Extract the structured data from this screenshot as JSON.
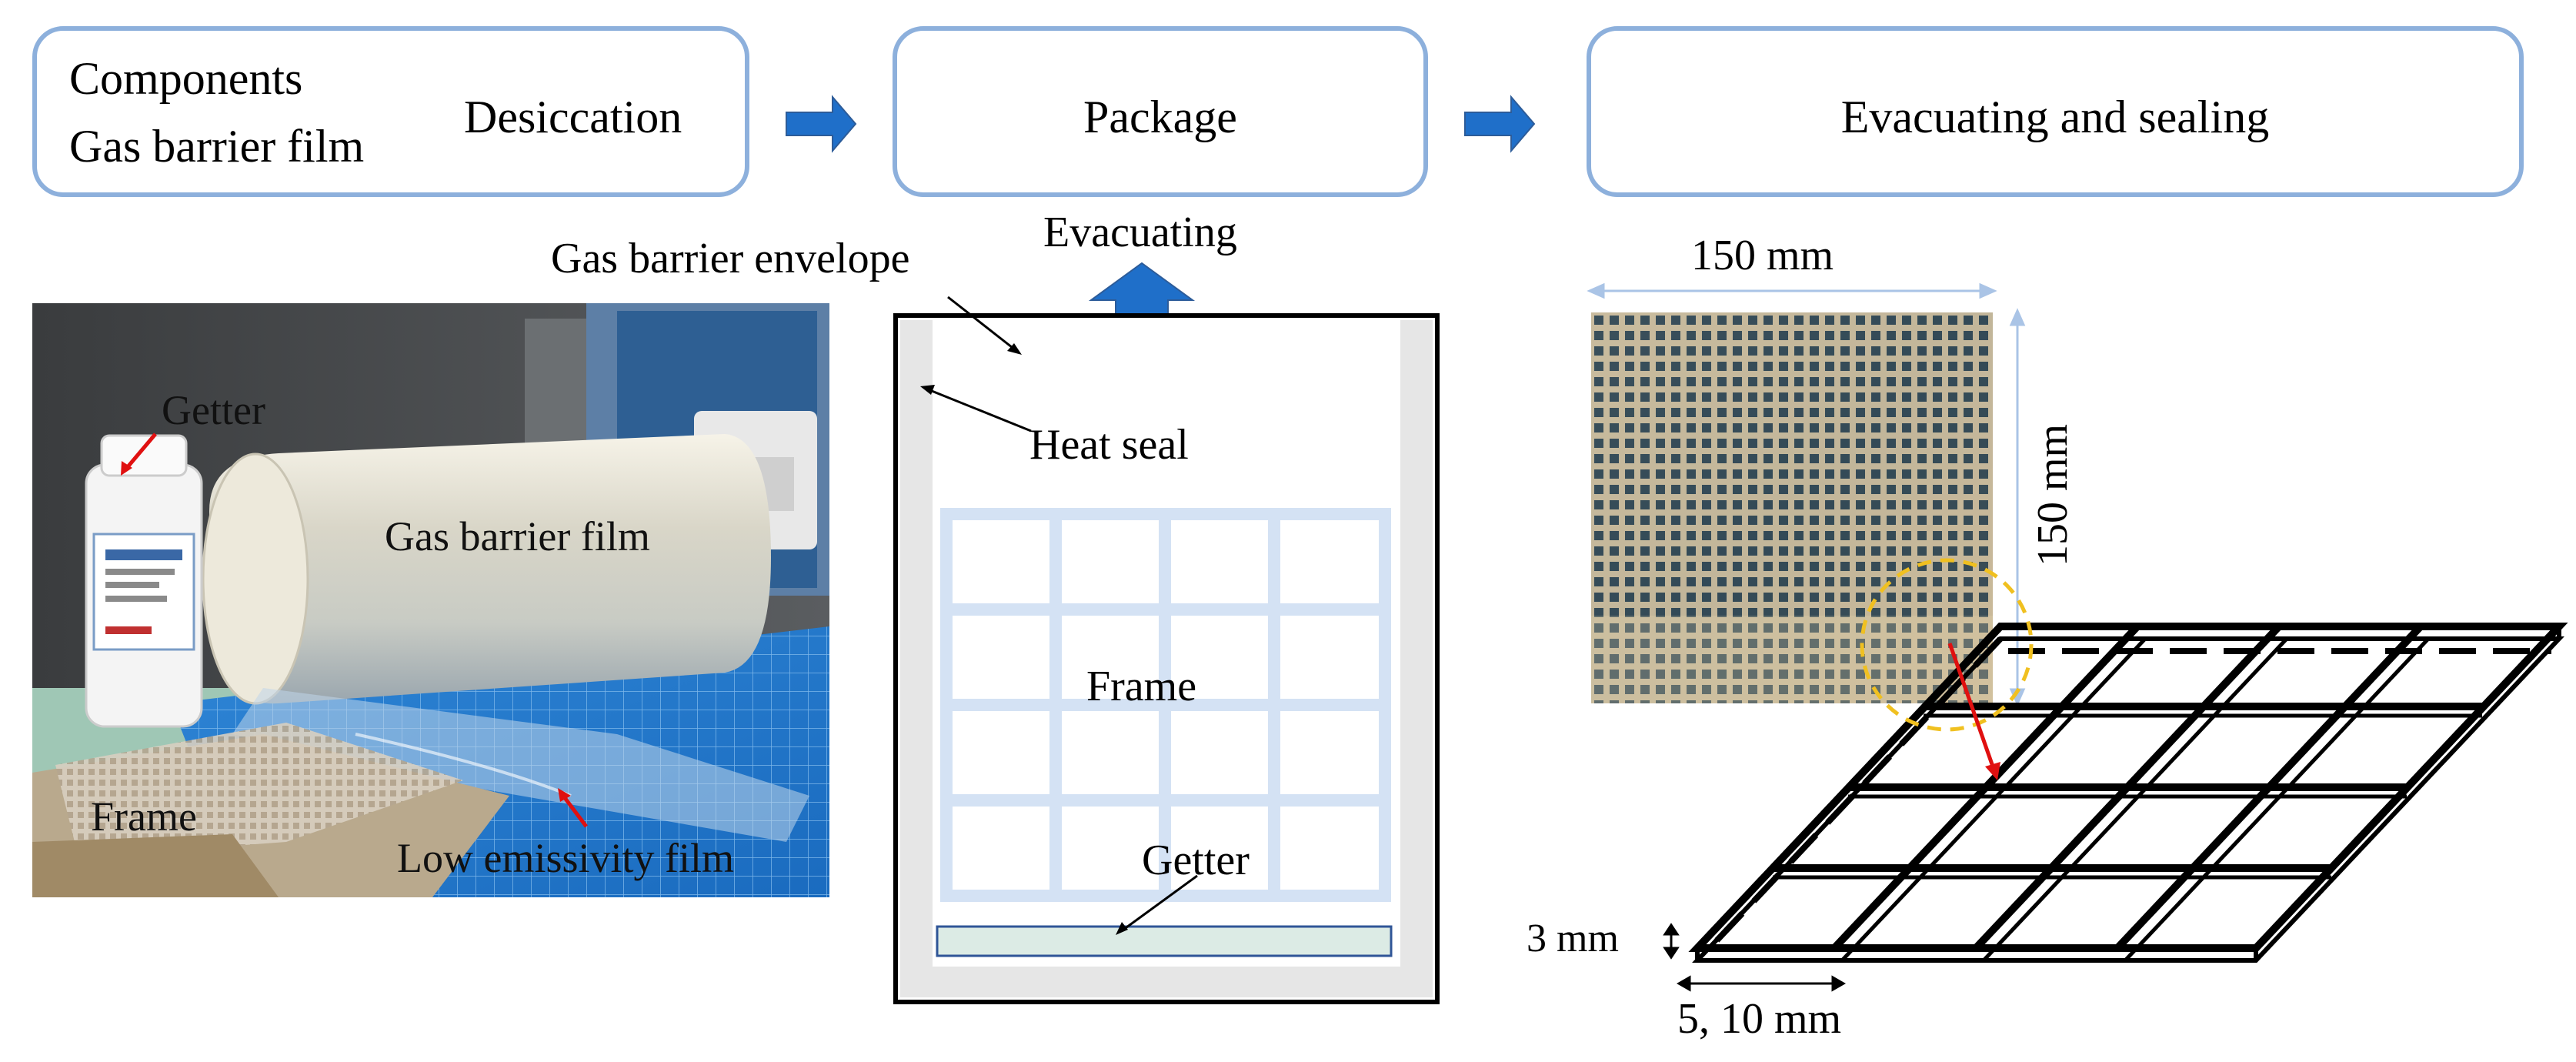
{
  "steps": {
    "step1": {
      "line1": "Components",
      "line2": "Gas barrier film",
      "side": "Desiccation"
    },
    "step2": {
      "label": "Package"
    },
    "step3": {
      "label": "Evacuating and sealing"
    }
  },
  "photo_left": {
    "getter_label": "Getter",
    "gas_barrier_film_label": "Gas barrier film",
    "frame_label": "Frame",
    "low_emissivity_label": "Low emissivity film"
  },
  "package_diagram": {
    "evacuating_label": "Evacuating",
    "envelope_label": "Gas barrier envelope",
    "heat_seal_label": "Heat seal",
    "frame_label": "Frame",
    "getter_label": "Getter"
  },
  "right_diagram": {
    "width_label": "150 mm",
    "height_label": "150 mm",
    "thickness_label": "3 mm",
    "pitch_label": "5, 10 mm"
  },
  "colors": {
    "box_border": "#8db0dc",
    "arrow_blue": "#1f6fc9",
    "frame_light_blue": "#d4e2f4",
    "getter_fill": "#dcebe5",
    "getter_border": "#2f5597",
    "heat_seal_gray": "#e6e6e6",
    "dim_line": "#aac4e6",
    "red_arrow": "#e01010",
    "dashed_circle": "#f0c020"
  },
  "icons": [
    "right-arrow-icon",
    "up-arrow-icon",
    "red-arrow-icon",
    "double-arrow-icon"
  ]
}
